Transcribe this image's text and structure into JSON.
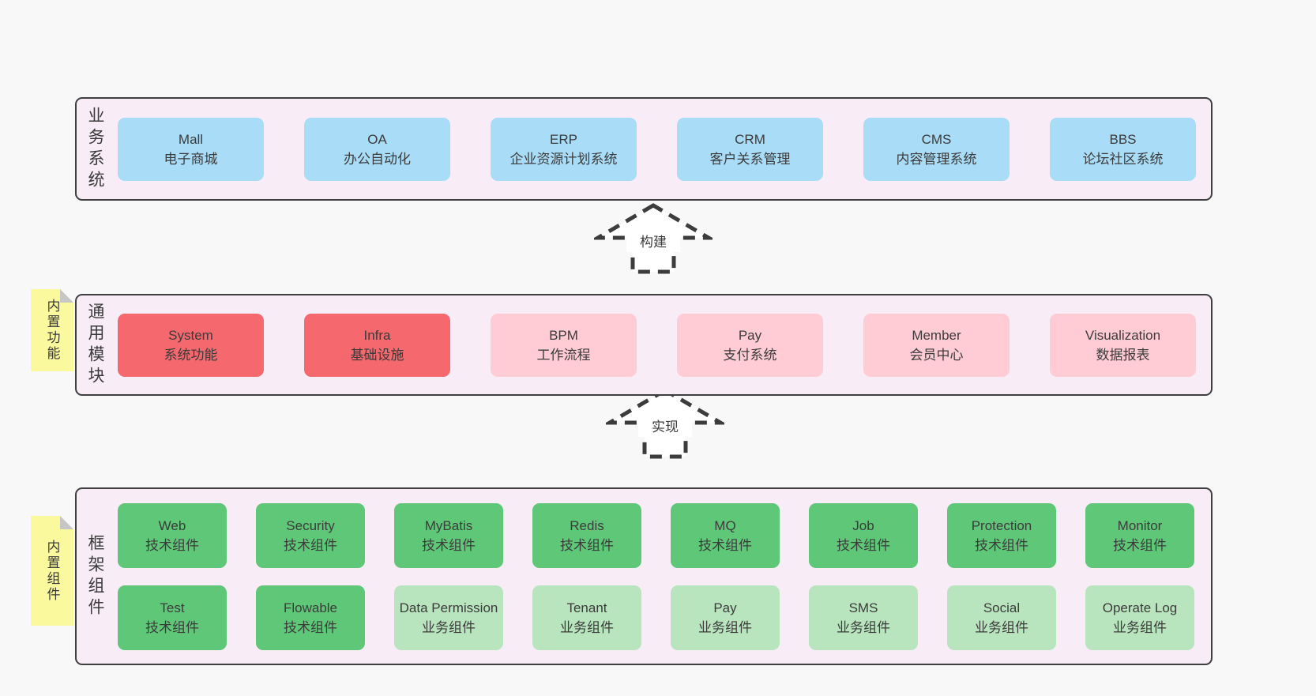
{
  "palette": {
    "page_bg": "#f8f8f8",
    "band_bg": "#f8edf7",
    "band_border": "#3f3f3f",
    "blue": "#a9dcf7",
    "red": "#f4686e",
    "pink": "#ffccd6",
    "green": "#5fc878",
    "light_green": "#b9e5be",
    "note_yellow": "#fbf99e",
    "fold_grey": "#c6c6c6",
    "text": "#3b3b3b"
  },
  "arrows": [
    {
      "label": "构建"
    },
    {
      "label": "实现"
    }
  ],
  "bands": [
    {
      "label": "业务系统",
      "boxes": [
        {
          "title": "Mall",
          "subtitle": "电子商城"
        },
        {
          "title": "OA",
          "subtitle": "办公自动化"
        },
        {
          "title": "ERP",
          "subtitle": "企业资源计划系统"
        },
        {
          "title": "CRM",
          "subtitle": "客户关系管理"
        },
        {
          "title": "CMS",
          "subtitle": "内容管理系统"
        },
        {
          "title": "BBS",
          "subtitle": "论坛社区系统"
        }
      ]
    },
    {
      "label": "通用模块",
      "note": "内置功能",
      "boxes": [
        {
          "title": "System",
          "subtitle": "系统功能"
        },
        {
          "title": "Infra",
          "subtitle": "基础设施"
        },
        {
          "title": "BPM",
          "subtitle": "工作流程"
        },
        {
          "title": "Pay",
          "subtitle": "支付系统"
        },
        {
          "title": "Member",
          "subtitle": "会员中心"
        },
        {
          "title": "Visualization",
          "subtitle": "数据报表"
        }
      ]
    },
    {
      "label": "框架组件",
      "note": "内置组件",
      "rows": [
        [
          {
            "title": "Web",
            "subtitle": "技术组件"
          },
          {
            "title": "Security",
            "subtitle": "技术组件"
          },
          {
            "title": "MyBatis",
            "subtitle": "技术组件"
          },
          {
            "title": "Redis",
            "subtitle": "技术组件"
          },
          {
            "title": "MQ",
            "subtitle": "技术组件"
          },
          {
            "title": "Job",
            "subtitle": "技术组件"
          },
          {
            "title": "Protection",
            "subtitle": "技术组件"
          },
          {
            "title": "Monitor",
            "subtitle": "技术组件"
          }
        ],
        [
          {
            "title": "Test",
            "subtitle": "技术组件"
          },
          {
            "title": "Flowable",
            "subtitle": "技术组件"
          },
          {
            "title": "Data Permission",
            "subtitle": "业务组件"
          },
          {
            "title": "Tenant",
            "subtitle": "业务组件"
          },
          {
            "title": "Pay",
            "subtitle": "业务组件"
          },
          {
            "title": "SMS",
            "subtitle": "业务组件"
          },
          {
            "title": "Social",
            "subtitle": "业务组件"
          },
          {
            "title": "Operate Log",
            "subtitle": "业务组件"
          }
        ]
      ]
    }
  ]
}
